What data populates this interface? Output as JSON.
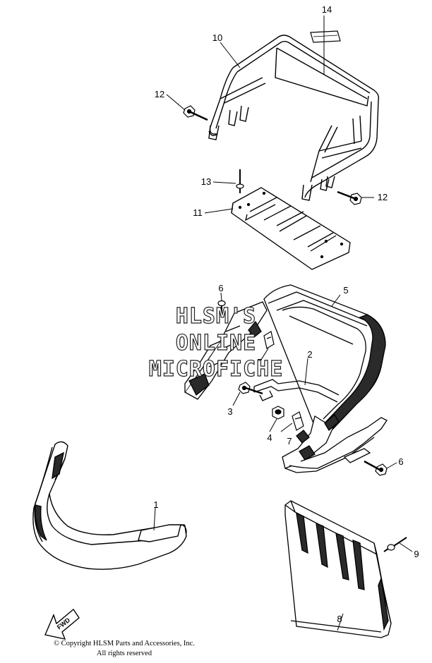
{
  "callouts": [
    "14",
    "10",
    "12",
    "12",
    "13",
    "11",
    "6",
    "5",
    "7",
    "2",
    "3",
    "4",
    "7",
    "6",
    "1",
    "9",
    "8"
  ],
  "watermark": {
    "line1": "HLSM'S",
    "line2": "ONLINE",
    "line3": "MICROFICHE"
  },
  "fwd_label": "FWD",
  "copyright": {
    "line1": "© Copyright HLSM Parts and Accessories, Inc.",
    "line2": "All rights reserved"
  },
  "colors": {
    "ink": "#000000",
    "paper": "#ffffff",
    "shade": "#2a2a2a"
  }
}
